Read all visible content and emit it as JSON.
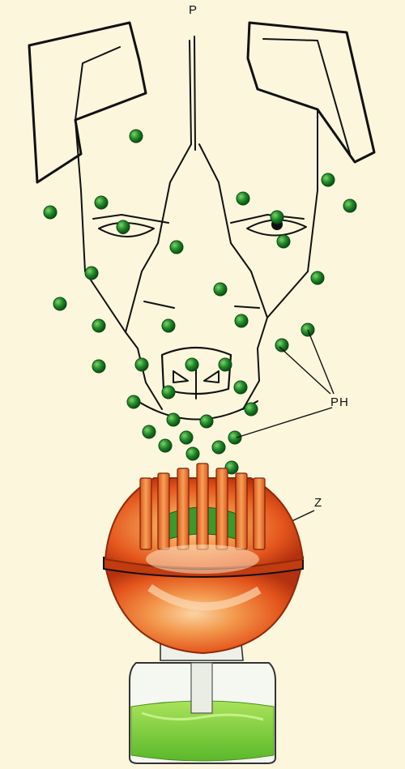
{
  "labels": {
    "top": "P",
    "particles": "PH",
    "device": "Z"
  },
  "colors": {
    "background": "#fbf6dc",
    "particle": "#1f8a2a",
    "particle_highlight": "#7fd26a",
    "device_body": "#e4551c",
    "device_highlight": "#f7b07a",
    "liquid": "#8fd33a",
    "line": "#111111"
  },
  "icons": {
    "head": "dog-head-outline-icon",
    "device": "plug-in-diffuser-icon",
    "particle": "pheromone-droplet-icon"
  }
}
